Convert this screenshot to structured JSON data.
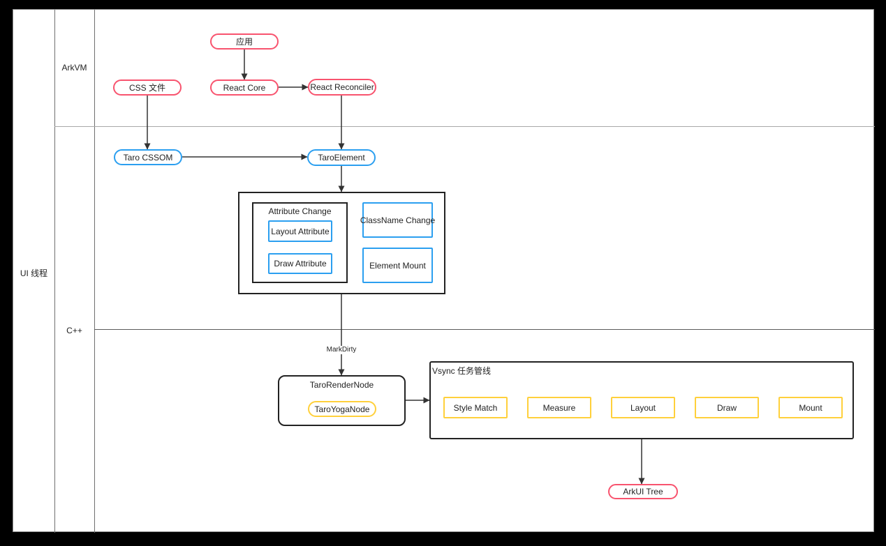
{
  "window": {
    "background": "#000000",
    "canvas_background": "#ffffff"
  },
  "lanes": {
    "left_label": "UI 线程",
    "top_label": "ArkVM",
    "bottom_label": "C++"
  },
  "nodes": {
    "app": "应用",
    "css_file": "CSS 文件",
    "react_core": "React Core",
    "react_reconciler": "React Reconciler",
    "taro_cssom": "Taro CSSOM",
    "taro_element": "TaroElement",
    "attribute_change": "Attribute Change",
    "layout_attribute": "Layout Attribute",
    "draw_attribute": "Draw Attribute",
    "classname_change": "ClassName Change",
    "element_mount": "Element Mount",
    "taro_render_node": "TaroRenderNode",
    "taro_yoga_node": "TaroYogaNode",
    "arkui_tree": "ArkUI Tree"
  },
  "pipeline": {
    "title": "Vsync 任务管线",
    "steps": [
      "Style Match",
      "Measure",
      "Layout",
      "Draw",
      "Mount"
    ]
  },
  "edge_labels": {
    "mark_dirty": "MarkDirty"
  },
  "edges": [
    {
      "from": "app",
      "to": "react_core"
    },
    {
      "from": "react_core",
      "to": "react_reconciler"
    },
    {
      "from": "css_file",
      "to": "taro_cssom"
    },
    {
      "from": "react_reconciler",
      "to": "taro_element"
    },
    {
      "from": "taro_cssom",
      "to": "taro_element"
    },
    {
      "from": "taro_element",
      "to": "change_group"
    },
    {
      "from": "change_group",
      "to": "taro_render_node",
      "label": "MarkDirty"
    },
    {
      "from": "taro_render_node",
      "to": "vsync_pipeline"
    },
    {
      "from": "style_match",
      "to": "measure"
    },
    {
      "from": "measure",
      "to": "layout"
    },
    {
      "from": "layout",
      "to": "draw"
    },
    {
      "from": "draw",
      "to": "mount"
    },
    {
      "from": "vsync_pipeline",
      "to": "arkui_tree"
    }
  ],
  "colors": {
    "pink": "#f8536e",
    "blue": "#2b9ff0",
    "yellow": "#ffd03b",
    "arrow": "#333333",
    "text": "#222222",
    "lane_line": "#6f6f6f"
  }
}
